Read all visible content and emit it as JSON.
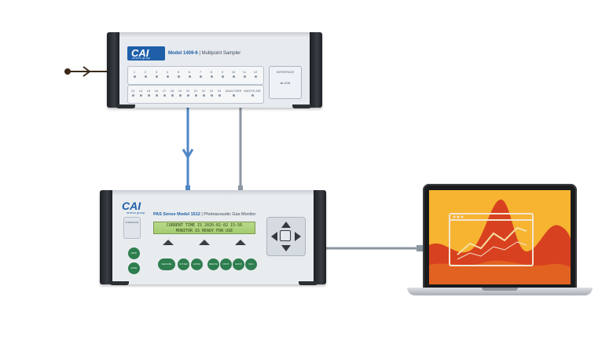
{
  "sampler": {
    "brand": "CAI",
    "brand_sub": "ameco group",
    "model_bold": "Model 1409-6",
    "model_rest": " | Multipoint Sampler",
    "ports_row1": [
      "1",
      "2",
      "3",
      "4",
      "5",
      "6",
      "7",
      "8",
      "9",
      "10",
      "11",
      "12"
    ],
    "ports_row2": [
      "13",
      "14",
      "15",
      "16",
      "17",
      "18",
      "19",
      "20",
      "21",
      "22",
      "23",
      "24"
    ],
    "analyzer_label": "ANALYZER",
    "waste_label": "WASTE AIR",
    "interface_title": "INTERFACE",
    "interface_port": "USB"
  },
  "monitor": {
    "brand": "CAI",
    "brand_sub": "ameco group",
    "model_bold": "PAS Sense Model 1512",
    "model_rest": " | Photoacoustic Gas Monitor",
    "side_button": "INTERFACE",
    "lcd_line1": "CURRENT TIME IS 2020-02-02 15:56",
    "lcd_line2": "MONITOR IS READY FOR USE",
    "left_buttons": [
      "MENU",
      "MODE"
    ],
    "bottom_buttons": [
      "MEASURE",
      "SYSTEM",
      "ENTER",
      "REMOTE",
      "PRINT",
      "SETUP",
      "INFO"
    ]
  },
  "colors": {
    "link_blue": "#4f86c6",
    "link_gray": "#8c96a0",
    "cai_blue": "#1e5fa8",
    "button_green": "#2e7d4f",
    "lcd_green": "#a4cc6f",
    "screen_orange": "#f1a520",
    "screen_red": "#d8411f"
  },
  "icons": {
    "inlet": "arrow-connector-icon",
    "dpad": "arrow-keypad-icon",
    "screen": "chart-window-icon"
  }
}
